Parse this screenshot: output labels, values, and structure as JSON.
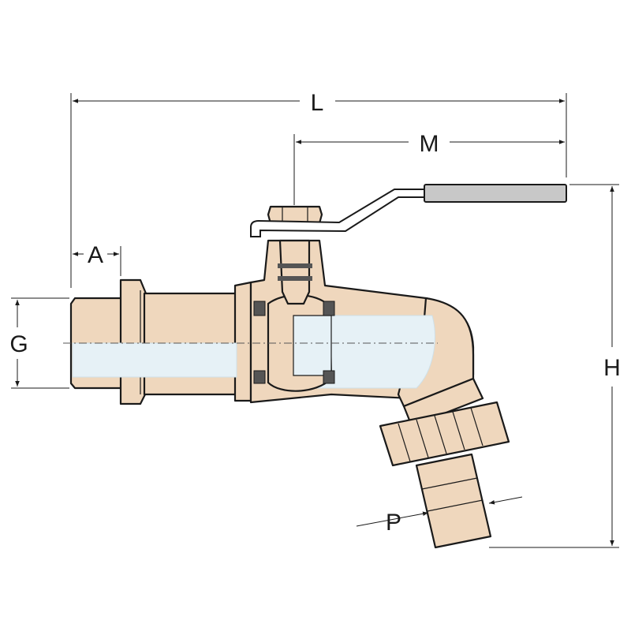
{
  "labels": {
    "L": "L",
    "M": "M",
    "A": "A",
    "G": "G",
    "H": "H",
    "P": "P"
  },
  "colors": {
    "brass": "#efd7bd",
    "brass_shadow": "#d9bb9b",
    "bore": "#e6f1f6",
    "bore_edge": "#cfe0e8",
    "gasket": "#555555",
    "handle_grip": "#c8c8c8",
    "handle_lever": "#ffffff",
    "line": "#1a1a1a"
  }
}
